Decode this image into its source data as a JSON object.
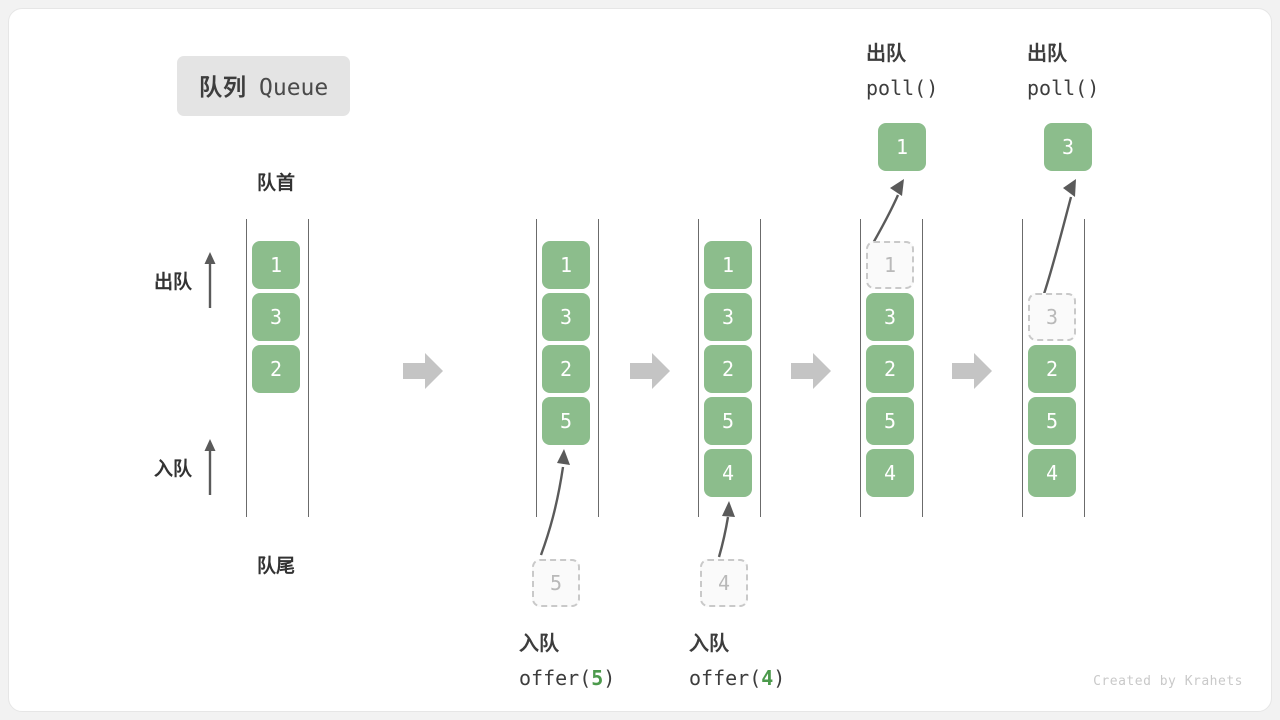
{
  "title": {
    "cn": "队列",
    "en": "Queue"
  },
  "labels": {
    "front": "队首",
    "rear": "队尾",
    "dequeue": "出队",
    "enqueue": "入队"
  },
  "colors": {
    "box_green": "#8cbd8c",
    "box_text": "#ffffff",
    "ghost_border": "#c9c9c9",
    "ghost_text": "#b9b9b9",
    "rail": "#6b6b6b",
    "step_arrow": "#c4c4c4",
    "accent_green": "#4c9a4c",
    "badge_bg": "#e4e4e4",
    "text": "#3d3d3d"
  },
  "columns": [
    {
      "id": "state-initial",
      "items": [
        {
          "value": "1",
          "ghost": false
        },
        {
          "value": "3",
          "ghost": false
        },
        {
          "value": "2",
          "ghost": false
        }
      ]
    },
    {
      "id": "state-after-offer-5",
      "items": [
        {
          "value": "1",
          "ghost": false
        },
        {
          "value": "3",
          "ghost": false
        },
        {
          "value": "2",
          "ghost": false
        },
        {
          "value": "5",
          "ghost": false
        }
      ],
      "incoming": {
        "value": "5",
        "ghost": true
      },
      "caption": {
        "cn": "入队",
        "code_prefix": "offer(",
        "code_num": "5",
        "code_suffix": ")"
      }
    },
    {
      "id": "state-after-offer-4",
      "items": [
        {
          "value": "1",
          "ghost": false
        },
        {
          "value": "3",
          "ghost": false
        },
        {
          "value": "2",
          "ghost": false
        },
        {
          "value": "5",
          "ghost": false
        },
        {
          "value": "4",
          "ghost": false
        }
      ],
      "incoming": {
        "value": "4",
        "ghost": true
      },
      "caption": {
        "cn": "入队",
        "code_prefix": "offer(",
        "code_num": "4",
        "code_suffix": ")"
      }
    },
    {
      "id": "state-after-poll-1",
      "items": [
        {
          "value": "1",
          "ghost": true
        },
        {
          "value": "3",
          "ghost": false
        },
        {
          "value": "2",
          "ghost": false
        },
        {
          "value": "5",
          "ghost": false
        },
        {
          "value": "4",
          "ghost": false
        }
      ],
      "outgoing": {
        "value": "1",
        "ghost": false
      },
      "caption": {
        "cn": "出队",
        "code_prefix": "poll(",
        "code_num": "",
        "code_suffix": ")"
      }
    },
    {
      "id": "state-after-poll-3",
      "items": [
        {
          "value": "3",
          "ghost": true,
          "row": 1
        },
        {
          "value": "2",
          "ghost": false
        },
        {
          "value": "5",
          "ghost": false
        },
        {
          "value": "4",
          "ghost": false
        }
      ],
      "outgoing": {
        "value": "3",
        "ghost": false
      },
      "caption": {
        "cn": "出队",
        "code_prefix": "poll(",
        "code_num": "",
        "code_suffix": ")"
      }
    }
  ],
  "credit": "Created by Krahets"
}
